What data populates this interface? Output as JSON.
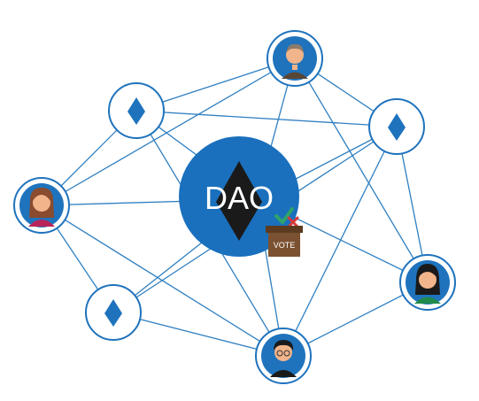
{
  "center": {
    "label": "DAO",
    "vote_label": "VOTE"
  },
  "colors": {
    "primary": "#1f73bd",
    "edge": "#2f7fc1",
    "diamond": "#1f73bd",
    "center_fill": "#1a70bd",
    "center_diamond": "#1a1a1a",
    "ballot_box": "#7b5231",
    "check": "#2ea36b",
    "cross": "#d83a3a"
  },
  "nodes": [
    {
      "id": "user-top",
      "type": "user",
      "avatar": "man-icon"
    },
    {
      "id": "token-top-left",
      "type": "token",
      "avatar": "diamond-icon"
    },
    {
      "id": "token-top-right",
      "type": "token",
      "avatar": "diamond-icon"
    },
    {
      "id": "user-left",
      "type": "user",
      "avatar": "woman-icon"
    },
    {
      "id": "user-right",
      "type": "user",
      "avatar": "woman-black-hair-icon"
    },
    {
      "id": "token-bottom-left",
      "type": "token",
      "avatar": "diamond-icon"
    },
    {
      "id": "user-bottom",
      "type": "user",
      "avatar": "man-glasses-icon"
    }
  ]
}
